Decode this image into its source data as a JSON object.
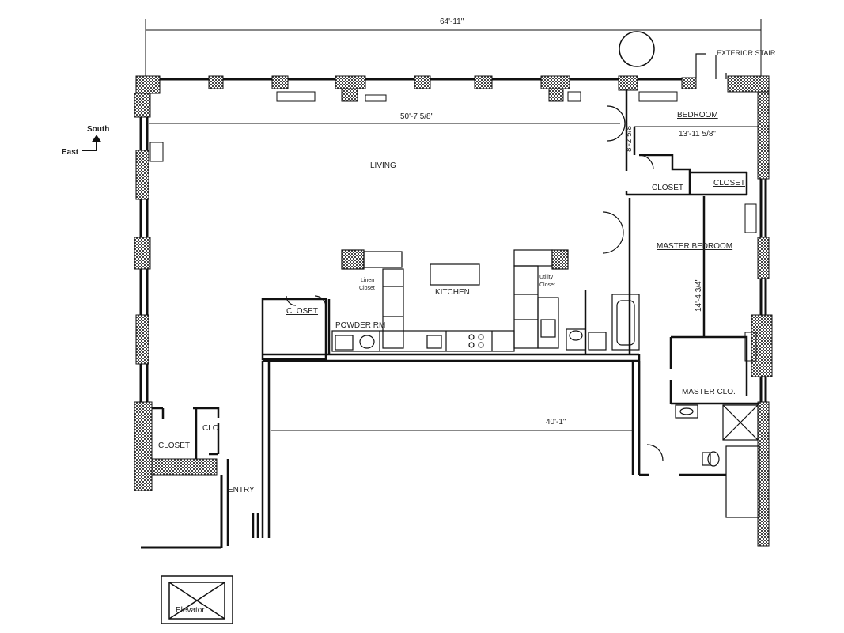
{
  "labels": {
    "overall_width": "64'-11\"",
    "exterior_stair": "EXTERIOR STAIR",
    "south": "South",
    "east": "East",
    "living_width": "50'-7 5/8\"",
    "bedroom": "BEDROOM",
    "bedroom_width": "13'-11 5/8\"",
    "bedroom_depth": "8'-2 5/8\"",
    "living": "LIVING",
    "closet_a": "CLOSET",
    "closet_b": "CLOSET",
    "master_bedroom": "MASTER BEDROOM",
    "master_depth": "14'-4 3/4\"",
    "linen_closet_1": "Linen",
    "linen_closet_2": "Closet",
    "kitchen": "KITCHEN",
    "utility_closet_1": "Utility",
    "utility_closet_2": "Closet",
    "closet_c": "CLOSET",
    "powder_rm": "POWDER RM",
    "master_clo": "MASTER CLO.",
    "hall_width": "40'-1\"",
    "closet_d": "CLOSET",
    "clo": "CLO",
    "entry": "ENTRY",
    "elevator": "Elevator"
  },
  "colors": {
    "line": "#111111",
    "pier": "#555555"
  }
}
